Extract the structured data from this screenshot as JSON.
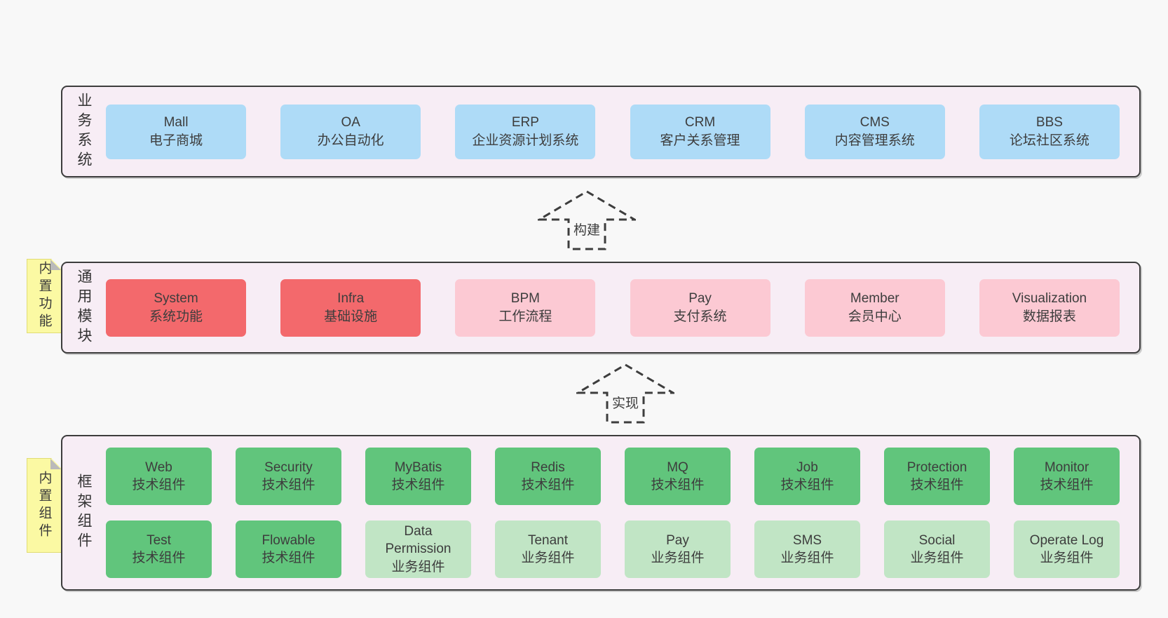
{
  "colors": {
    "page-bg": "#f8f8f8",
    "panel-bg": "#f7edf5",
    "panel-border": "#3d3d3d",
    "text": "#3d3d3d",
    "blue": "#aedbf7",
    "red": "#f3696c",
    "pink": "#fcc9d3",
    "green-dark": "#61c57c",
    "green-light": "#c1e5c5",
    "note-bg": "#fbf9a3",
    "note-border": "#e0dc74",
    "fold": "#bababa"
  },
  "arrows": {
    "build": "构建",
    "implement": "实现"
  },
  "layers": {
    "business": {
      "label": "业务系统",
      "boxes": [
        {
          "title": "Mall",
          "subtitle": "电子商城"
        },
        {
          "title": "OA",
          "subtitle": "办公自动化"
        },
        {
          "title": "ERP",
          "subtitle": "企业资源计划系统"
        },
        {
          "title": "CRM",
          "subtitle": "客户关系管理"
        },
        {
          "title": "CMS",
          "subtitle": "内容管理系统"
        },
        {
          "title": "BBS",
          "subtitle": "论坛社区系统"
        }
      ]
    },
    "modules": {
      "label": "通用模块",
      "note": "内置功能",
      "boxes": [
        {
          "title": "System",
          "subtitle": "系统功能"
        },
        {
          "title": "Infra",
          "subtitle": "基础设施"
        },
        {
          "title": "BPM",
          "subtitle": "工作流程"
        },
        {
          "title": "Pay",
          "subtitle": "支付系统"
        },
        {
          "title": "Member",
          "subtitle": "会员中心"
        },
        {
          "title": "Visualization",
          "subtitle": "数据报表"
        }
      ]
    },
    "framework": {
      "label": "框架组件",
      "note": "内置组件",
      "row1": [
        {
          "title": "Web",
          "subtitle": "技术组件"
        },
        {
          "title": "Security",
          "subtitle": "技术组件"
        },
        {
          "title": "MyBatis",
          "subtitle": "技术组件"
        },
        {
          "title": "Redis",
          "subtitle": "技术组件"
        },
        {
          "title": "MQ",
          "subtitle": "技术组件"
        },
        {
          "title": "Job",
          "subtitle": "技术组件"
        },
        {
          "title": "Protection",
          "subtitle": "技术组件"
        },
        {
          "title": "Monitor",
          "subtitle": "技术组件"
        }
      ],
      "row2": [
        {
          "title": "Test",
          "subtitle": "技术组件"
        },
        {
          "title": "Flowable",
          "subtitle": "技术组件"
        },
        {
          "title": "Data Permission",
          "subtitle": "业务组件"
        },
        {
          "title": "Tenant",
          "subtitle": "业务组件"
        },
        {
          "title": "Pay",
          "subtitle": "业务组件"
        },
        {
          "title": "SMS",
          "subtitle": "业务组件"
        },
        {
          "title": "Social",
          "subtitle": "业务组件"
        },
        {
          "title": "Operate Log",
          "subtitle": "业务组件"
        }
      ]
    }
  }
}
